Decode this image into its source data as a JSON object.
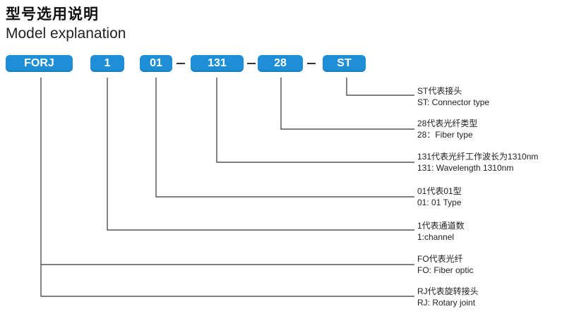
{
  "title_cn": "型号选用说明",
  "title_en": "Model explanation",
  "segments": [
    {
      "code": "FORJ"
    },
    {
      "code": "1"
    },
    {
      "code": "01"
    },
    {
      "code": "131"
    },
    {
      "code": "28"
    },
    {
      "code": "ST"
    }
  ],
  "dash": "–",
  "explanations": [
    {
      "cn": "ST代表接头",
      "en": "ST: Connector type"
    },
    {
      "cn": "28代表光纤类型",
      "en": "28：Fiber type"
    },
    {
      "cn": "131代表光纤工作波长为1310nm",
      "en": "131: Wavelength 1310nm"
    },
    {
      "cn": "01代表01型",
      "en": "01: 01 Type"
    },
    {
      "cn": "1代表通道数",
      "en": "1:channel"
    },
    {
      "cn": "FO代表光纤",
      "en": "FO:  Fiber optic"
    },
    {
      "cn": "RJ代表旋转接头",
      "en": "RJ:  Rotary joint"
    }
  ],
  "colors": {
    "pill": "#1e8fd6",
    "line": "#333333"
  }
}
